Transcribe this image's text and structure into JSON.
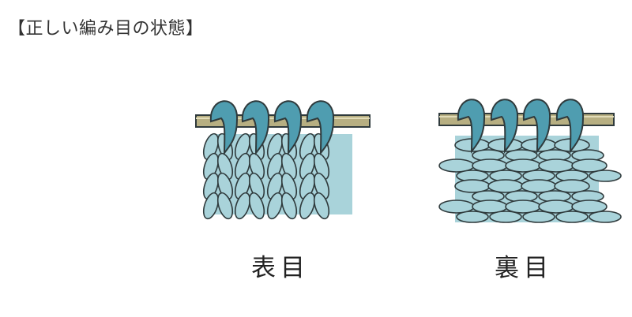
{
  "title": "【正しい編み目の状態】",
  "illustrations": [
    {
      "label": "表目",
      "stitch": "knit",
      "loops": 4,
      "rows": 4
    },
    {
      "label": "裏目",
      "stitch": "purl",
      "loops": 4,
      "rows": 4
    }
  ],
  "colors": {
    "fabric": "#a9d3da",
    "loop": "#4f9db0",
    "needle": "#b7af82",
    "outline": "#2f3a3c"
  }
}
